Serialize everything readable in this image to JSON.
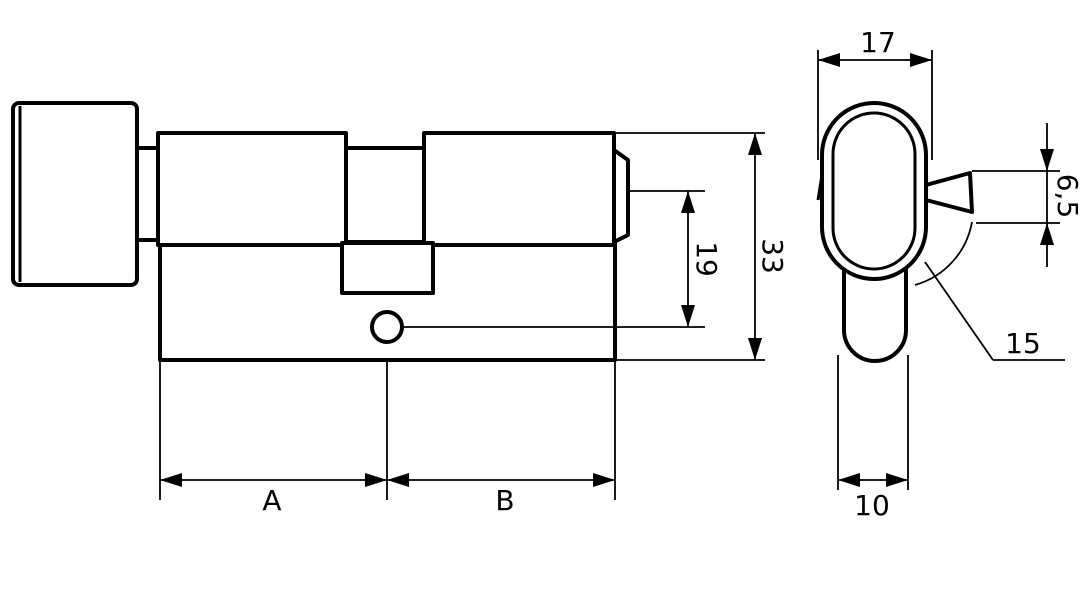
{
  "dimensions": {
    "a": "A",
    "b": "B",
    "height_33": "33",
    "cam_offset_19": "19",
    "width_17": "17",
    "cam_6_5": "6,5",
    "radius_15": "15",
    "width_10": "10"
  }
}
